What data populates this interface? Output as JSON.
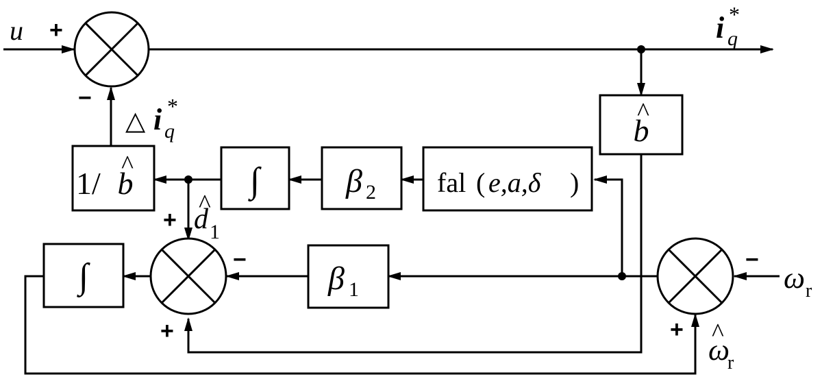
{
  "signals": {
    "u": "u",
    "iq_star_base": "i",
    "iq_star_sub": "q",
    "iq_star_sup": "*",
    "delta_iq_delta": "△",
    "delta_iq_base": "i",
    "delta_iq_sub": "q",
    "delta_iq_sup": "*",
    "d1_base": "d",
    "d1_sub": "1",
    "d1_hat": "^",
    "omega_r_base": "ω",
    "omega_r_sub": "r",
    "omega_hat_base": "ω",
    "omega_hat_sub": "r",
    "omega_hat_hat": "^"
  },
  "blocks": {
    "b_hat": {
      "base": "b",
      "hat": "^"
    },
    "inv_b_hat": {
      "prefix": "1/",
      "base": "b",
      "hat": "^"
    },
    "integrator_top": "∫",
    "integrator_bottom": "∫",
    "beta2": {
      "base": "β",
      "sub": "2"
    },
    "beta1": {
      "base": "β",
      "sub": "1"
    },
    "fal": {
      "name": "fal",
      "open": "(",
      "args": "e,a,δ",
      "close": ")"
    }
  },
  "signs": {
    "sum_top_plus": "+",
    "sum_top_minus": "−",
    "sum_mid_plus": "+",
    "sum_mid_minus": "−",
    "sum_mid_bottom_plus": "+",
    "sum_right_minus": "−",
    "sum_right_plus": "+"
  }
}
